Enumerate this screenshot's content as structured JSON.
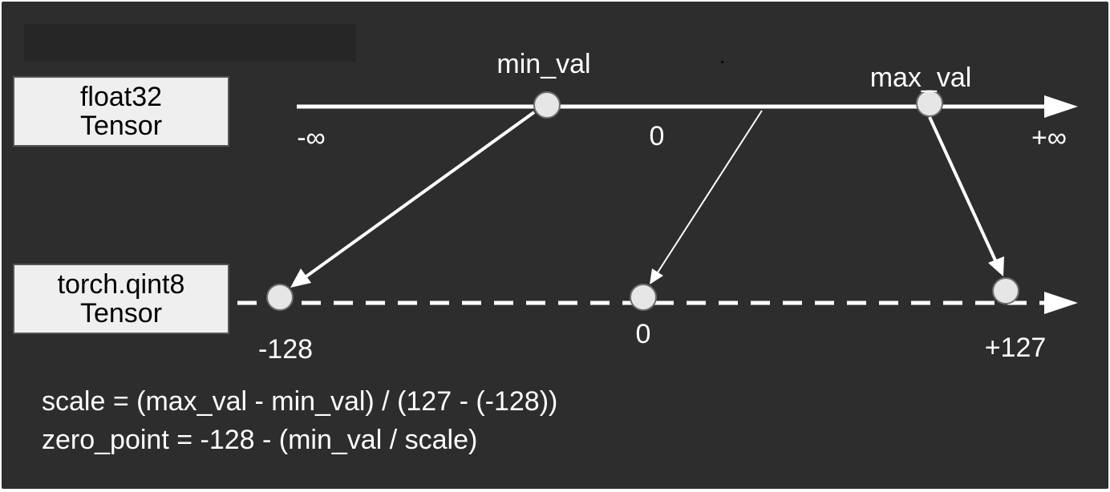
{
  "float_box": {
    "line1": "float32",
    "line2": "Tensor"
  },
  "qint_box": {
    "line1": "torch.qint8",
    "line2": "Tensor"
  },
  "float_axis": {
    "neg_inf": "-∞",
    "zero": "0",
    "pos_inf": "+∞",
    "min_label": "min_val",
    "max_label": "max_val"
  },
  "qint_axis": {
    "min_label": "-128",
    "zero_label": "0",
    "max_label": "+127"
  },
  "formulas": {
    "scale": "scale = (max_val - min_val) / (127 - (-128))",
    "zero_point": "zero_point = -128 - (min_val / scale)"
  },
  "colors": {
    "background": "#2d2d2d",
    "foreground": "#ffffff",
    "box_fill": "#efefef",
    "point_fill": "#e6e6e6"
  }
}
